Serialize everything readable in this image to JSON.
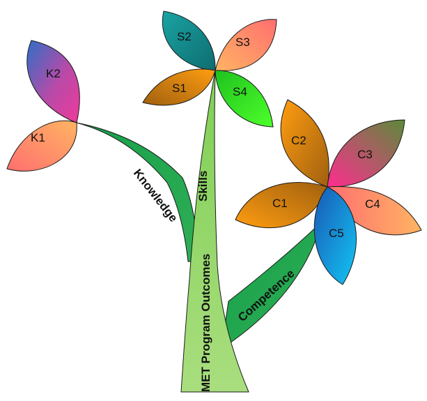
{
  "stems": {
    "main": "MET Program Outcomes",
    "knowledge": "Knowledge",
    "skills": "Skills",
    "competence": "Competence"
  },
  "petals": {
    "k1": "K1",
    "k2": "K2",
    "s1": "S1",
    "s2": "S2",
    "s3": "S3",
    "s4": "S4",
    "c1": "C1",
    "c2": "C2",
    "c3": "C3",
    "c4": "C4",
    "c5": "C5"
  },
  "colors": {
    "stem_light": "#a6dd72",
    "stem_dark": "#1f9e45",
    "outline": "#1a1a1a"
  }
}
